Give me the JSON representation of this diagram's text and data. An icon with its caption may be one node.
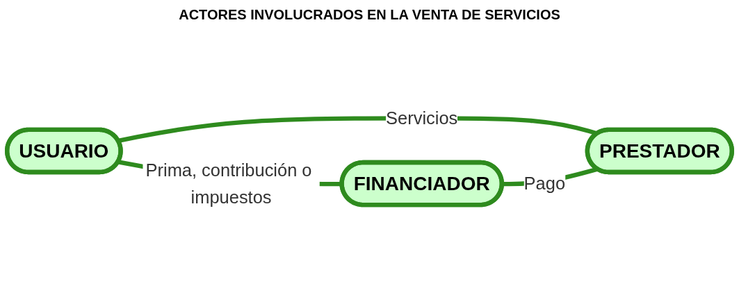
{
  "diagram": {
    "title": "ACTORES INVOLUCRADOS EN LA VENTA DE SERVICIOS",
    "nodes": [
      {
        "text": [
          "USUARIO"
        ]
      },
      {
        "text": [
          "FINANCIADOR"
        ]
      },
      {
        "text": [
          "PRESTADOR"
        ]
      }
    ],
    "edges": [
      {
        "from": 0,
        "to": 1,
        "arrow": "none",
        "label": "Prima, contribución o impuestos"
      },
      {
        "from": 0,
        "to": 2,
        "arrow": "none",
        "label": "Servicios"
      },
      {
        "from": 1,
        "to": 2,
        "arrow": "none",
        "label": "Pago"
      }
    ]
  }
}
